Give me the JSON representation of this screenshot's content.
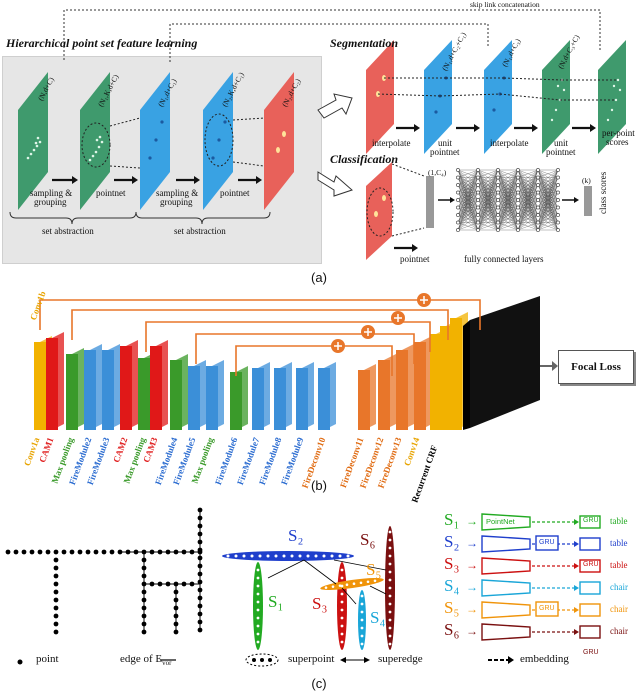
{
  "panel_a": {
    "caption": "(a)",
    "hier_title": "Hierarchical point set feature learning",
    "seg_title": "Segmentation",
    "cls_title": "Classification",
    "skip_link": "skip link concatenation",
    "dims": [
      "(N,d+C)",
      "(N₁,K,d+C)",
      "(N₁,d+C₁)",
      "(N₂,K,d+C₁)",
      "(N₂,d+C₂)",
      "(N₁,d+C₂+C₁)",
      "(N₁,d+C₃)",
      "(N,d+C₃+C)",
      "(N,k)",
      "(1,C₄)",
      "(k)"
    ],
    "labels": {
      "sampling1": "sampling &",
      "grouping1": "grouping",
      "pointnet1": "pointnet",
      "sampling2": "sampling &",
      "grouping2": "grouping",
      "pointnet2": "pointnet",
      "set_abs1": "set abstraction",
      "set_abs2": "set abstraction",
      "interp1": "interpolate",
      "unit1a": "unit",
      "unit1b": "pointnet",
      "interp2": "interpolate",
      "unit2a": "unit",
      "unit2b": "pointnet",
      "perpoint1": "per-point",
      "perpoint2": "scores",
      "pointnet_cls": "pointnet",
      "fc": "fully connected layers",
      "class_scores": "class scores"
    },
    "colors": {
      "green": "#3f9a6d",
      "blue": "#39a2e3",
      "red": "#e8615a"
    }
  },
  "panel_b": {
    "caption": "(b)",
    "focal_loss": "Focal Loss",
    "conv1b": "Conv1b",
    "layer_labels": [
      {
        "text": "Conv1a",
        "color": "#e8a400"
      },
      {
        "text": "CAM1",
        "color": "#e02020"
      },
      {
        "text": "Max pooling",
        "color": "#3a9a2a"
      },
      {
        "text": "FireModule2",
        "color": "#2a6bd0"
      },
      {
        "text": "FireModule3",
        "color": "#2a6bd0"
      },
      {
        "text": "CAM2",
        "color": "#e02020"
      },
      {
        "text": "Max pooling",
        "color": "#3a9a2a"
      },
      {
        "text": "CAM3",
        "color": "#e02020"
      },
      {
        "text": "FireModule4",
        "color": "#2a6bd0"
      },
      {
        "text": "FireModule5",
        "color": "#2a6bd0"
      },
      {
        "text": "Max pooling",
        "color": "#3a9a2a"
      },
      {
        "text": "FireModule6",
        "color": "#2a6bd0"
      },
      {
        "text": "FireModule7",
        "color": "#2a6bd0"
      },
      {
        "text": "FireModule8",
        "color": "#2a6bd0"
      },
      {
        "text": "FireModule9",
        "color": "#2a6bd0"
      },
      {
        "text": "FireDeconv10",
        "color": "#e06a10"
      },
      {
        "text": "FireDeconv11",
        "color": "#e06a10"
      },
      {
        "text": "FireDeconv12",
        "color": "#e06a10"
      },
      {
        "text": "FireDeconv13",
        "color": "#e06a10"
      },
      {
        "text": "Conv14",
        "color": "#e8a400"
      },
      {
        "text": "Recurrent CRF",
        "color": "#000000"
      }
    ]
  },
  "panel_c": {
    "caption": "(c)",
    "legend_point": "point",
    "legend_edge": "edge of E",
    "legend_edge_sub": "vor",
    "legend_superpoint": "superpoint",
    "legend_superedge": "superedge",
    "legend_embedding": "embedding",
    "superpoints": [
      {
        "name": "S₁",
        "color": "#22aa22",
        "label": "table"
      },
      {
        "name": "S₂",
        "color": "#1f3fcc",
        "label": "table"
      },
      {
        "name": "S₃",
        "color": "#cc1111",
        "label": "table"
      },
      {
        "name": "S₄",
        "color": "#1aa6d8",
        "label": "chair"
      },
      {
        "name": "S₅",
        "color": "#f0940a",
        "label": "chair"
      },
      {
        "name": "S₆",
        "color": "#7a1010",
        "label": "chair"
      }
    ],
    "pointnet": "PointNet",
    "gru": "GRU"
  }
}
